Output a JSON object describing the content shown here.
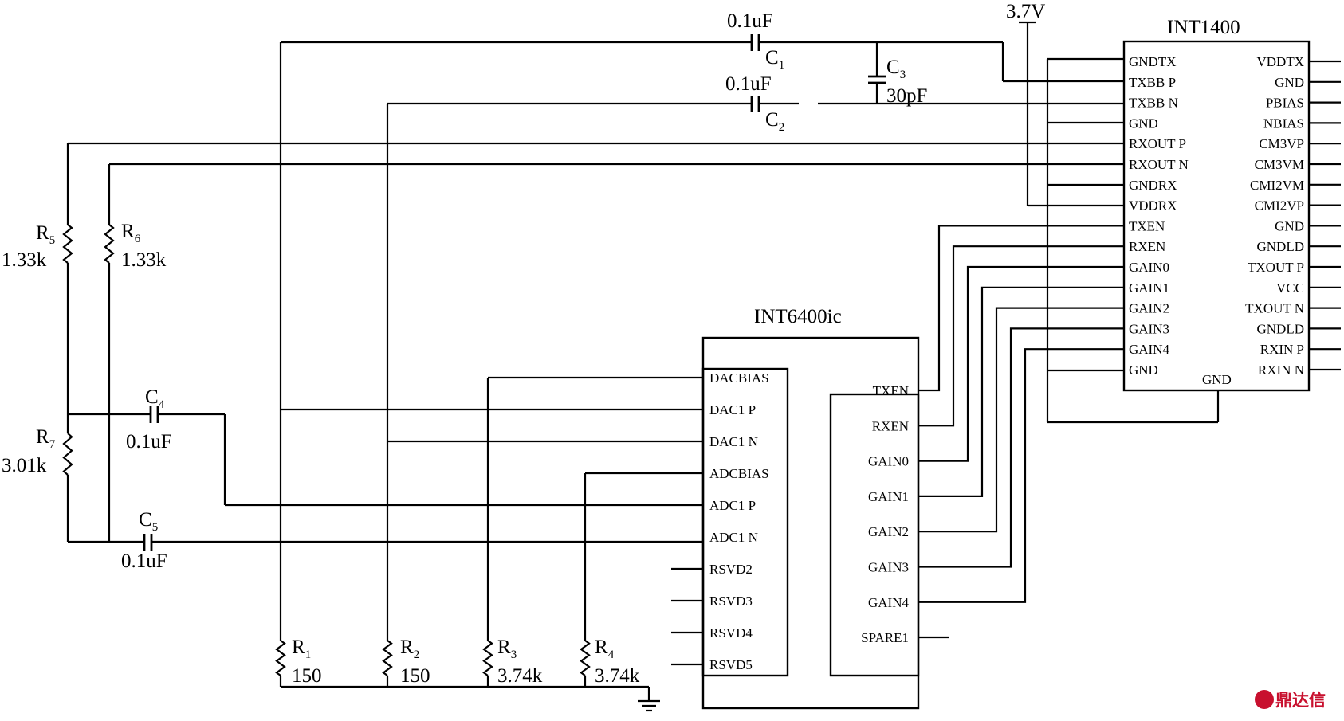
{
  "supply_label": "3.7V",
  "watermark": "鼎达信",
  "int1400": {
    "title": "INT1400",
    "left_pins": [
      "GNDTX",
      "TXBB P",
      "TXBB N",
      "GND",
      "RXOUT P",
      "RXOUT N",
      "GNDRX",
      "VDDRX",
      "TXEN",
      "RXEN",
      "GAIN0",
      "GAIN1",
      "GAIN2",
      "GAIN3",
      "GAIN4",
      "GND"
    ],
    "right_pins": [
      "VDDTX",
      "GND",
      "PBIAS",
      "NBIAS",
      "CM3VP",
      "CM3VM",
      "CMI2VM",
      "CMI2VP",
      "GND",
      "GNDLD",
      "TXOUT P",
      "VCC",
      "TXOUT N",
      "GNDLD",
      "RXIN P",
      "RXIN N"
    ],
    "bottom_pin": "GND"
  },
  "int6400": {
    "title": "INT6400ic",
    "left_pins": [
      "DACBIAS",
      "DAC1 P",
      "DAC1 N",
      "ADCBIAS",
      "ADC1 P",
      "ADC1 N",
      "RSVD2",
      "RSVD3",
      "RSVD4",
      "RSVD5"
    ],
    "right_pins": [
      "TXEN",
      "RXEN",
      "GAIN0",
      "GAIN1",
      "GAIN2",
      "GAIN3",
      "GAIN4",
      "SPARE1"
    ]
  },
  "components": {
    "C1": {
      "name": "C",
      "sub": "1",
      "value": "0.1uF"
    },
    "C2": {
      "name": "C",
      "sub": "2",
      "value": "0.1uF"
    },
    "C3": {
      "name": "C",
      "sub": "3",
      "value": "30pF"
    },
    "C4": {
      "name": "C",
      "sub": "4",
      "value": "0.1uF"
    },
    "C5": {
      "name": "C",
      "sub": "5",
      "value": "0.1uF"
    },
    "R1": {
      "name": "R",
      "sub": "1",
      "value": "150"
    },
    "R2": {
      "name": "R",
      "sub": "2",
      "value": "150"
    },
    "R3": {
      "name": "R",
      "sub": "3",
      "value": "3.74k"
    },
    "R4": {
      "name": "R",
      "sub": "4",
      "value": "3.74k"
    },
    "R5": {
      "name": "R",
      "sub": "5",
      "value": "1.33k"
    },
    "R6": {
      "name": "R",
      "sub": "6",
      "value": "1.33k"
    },
    "R7": {
      "name": "R",
      "sub": "7",
      "value": "3.01k"
    }
  }
}
